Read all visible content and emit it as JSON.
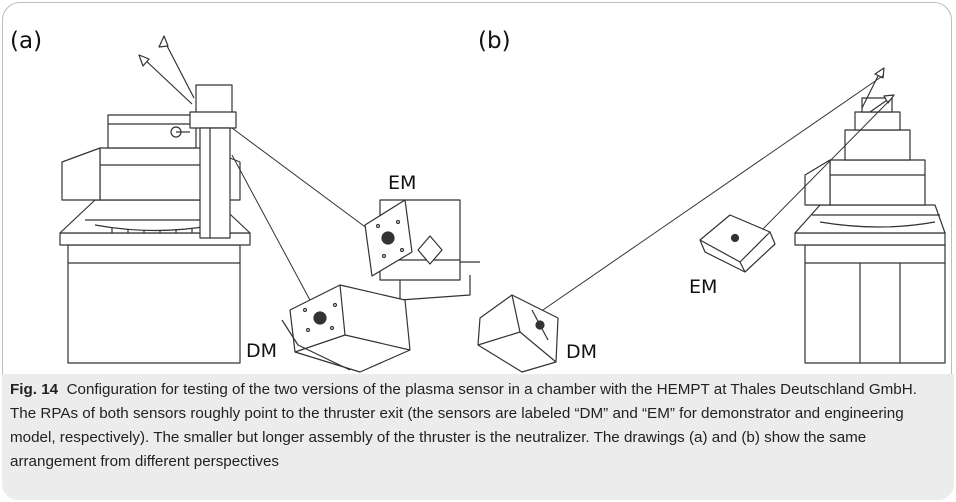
{
  "figure": {
    "panel_a_label": "(a)",
    "panel_b_label": "(b)",
    "labels": {
      "a_em": "EM",
      "a_dm": "DM",
      "b_em": "EM",
      "b_dm": "DM"
    }
  },
  "caption": {
    "prefix": "Fig. 14",
    "text": "Configuration for testing of the two versions of the plasma sensor in a chamber with the HEMPT at Thales Deutschland GmbH. The RPAs of both sensors roughly point to the thruster exit (the sensors are labeled “DM” and “EM” for demonstrator and engineering model, respectively). The smaller but longer assembly of the thruster is the neutralizer. The drawings (a) and (b) show the same arrangement from different perspectives"
  }
}
